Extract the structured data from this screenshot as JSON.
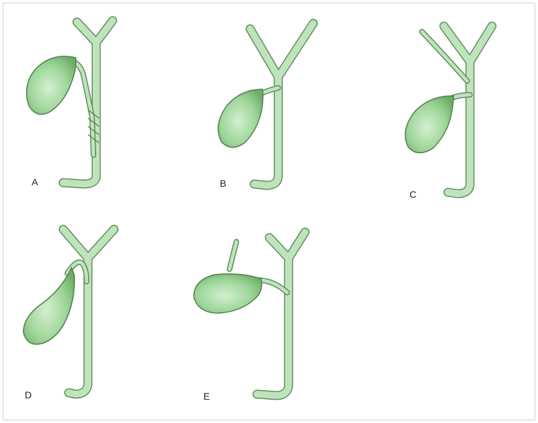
{
  "figure": {
    "variants": [
      {
        "id": "A",
        "label": "A"
      },
      {
        "id": "B",
        "label": "B"
      },
      {
        "id": "C",
        "label": "C"
      },
      {
        "id": "D",
        "label": "D"
      },
      {
        "id": "E",
        "label": "E"
      }
    ],
    "colors": {
      "bile_duct_fill": "#bfe3bc",
      "outline": "#5e8c5a",
      "gallbladder": "#8fca8a"
    }
  }
}
